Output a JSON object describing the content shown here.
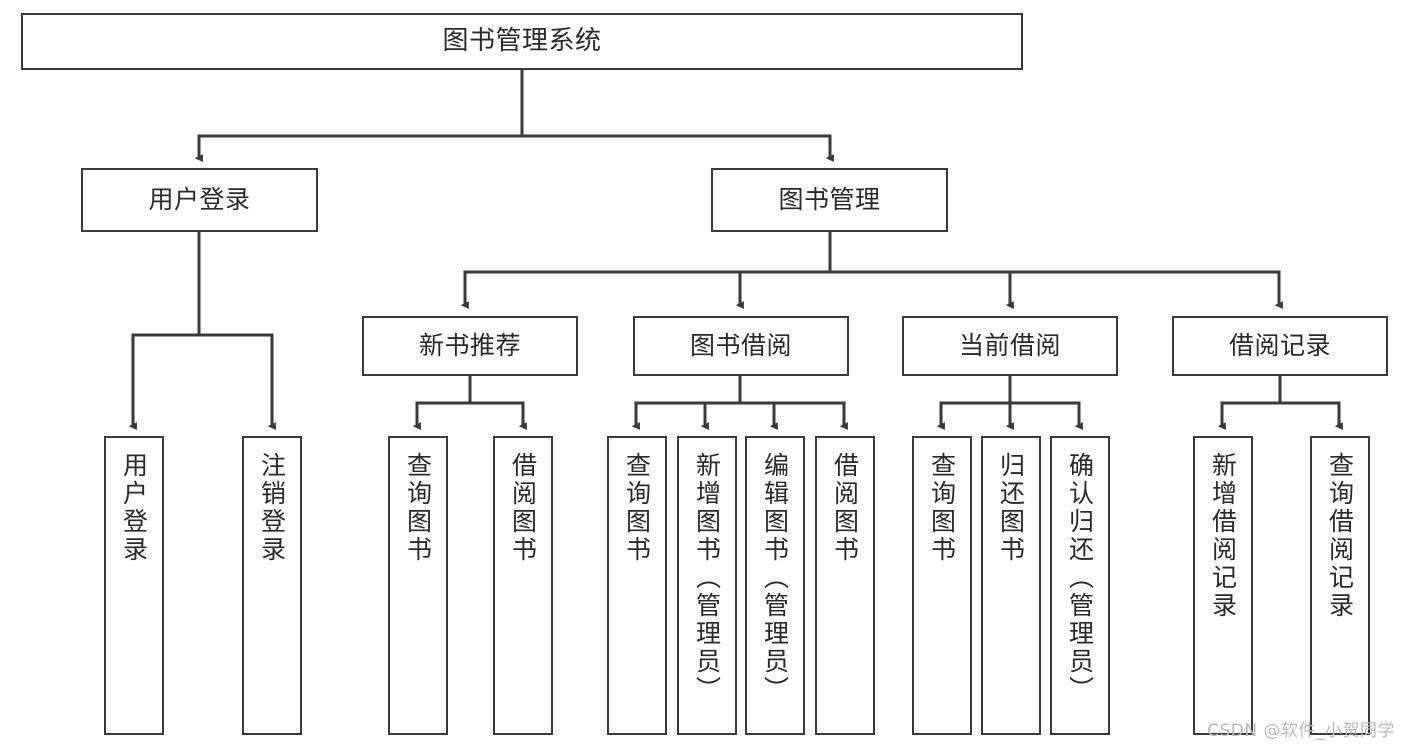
{
  "diagram": {
    "type": "tree",
    "title": "图书管理系统",
    "watermark": "CSDN @软件_小贺同学",
    "colors": {
      "background": "#ffffff",
      "border": "#3a3a3a",
      "text": "#2a2a2a",
      "edge": "#3a3a3a",
      "watermark": "#b9b9b9"
    },
    "nodes": {
      "root": {
        "label": "图书管理系统"
      },
      "level2": [
        {
          "label": "用户登录"
        },
        {
          "label": "图书管理"
        }
      ],
      "level3": [
        {
          "label": "新书推荐"
        },
        {
          "label": "图书借阅"
        },
        {
          "label": "当前借阅"
        },
        {
          "label": "借阅记录"
        }
      ],
      "leaves_user_login": [
        {
          "label": "用户登录"
        },
        {
          "label": "注销登录"
        }
      ],
      "leaves_new_book": [
        {
          "label": "查询图书"
        },
        {
          "label": "借阅图书"
        }
      ],
      "leaves_borrow": [
        {
          "label": "查询图书"
        },
        {
          "label": "新增图书（管理员）"
        },
        {
          "label": "编辑图书（管理员）"
        },
        {
          "label": "借阅图书"
        }
      ],
      "leaves_current": [
        {
          "label": "查询图书"
        },
        {
          "label": "归还图书"
        },
        {
          "label": "确认归还（管理员）"
        }
      ],
      "leaves_record": [
        {
          "label": "新增借阅记录"
        },
        {
          "label": "查询借阅记录"
        }
      ]
    }
  }
}
